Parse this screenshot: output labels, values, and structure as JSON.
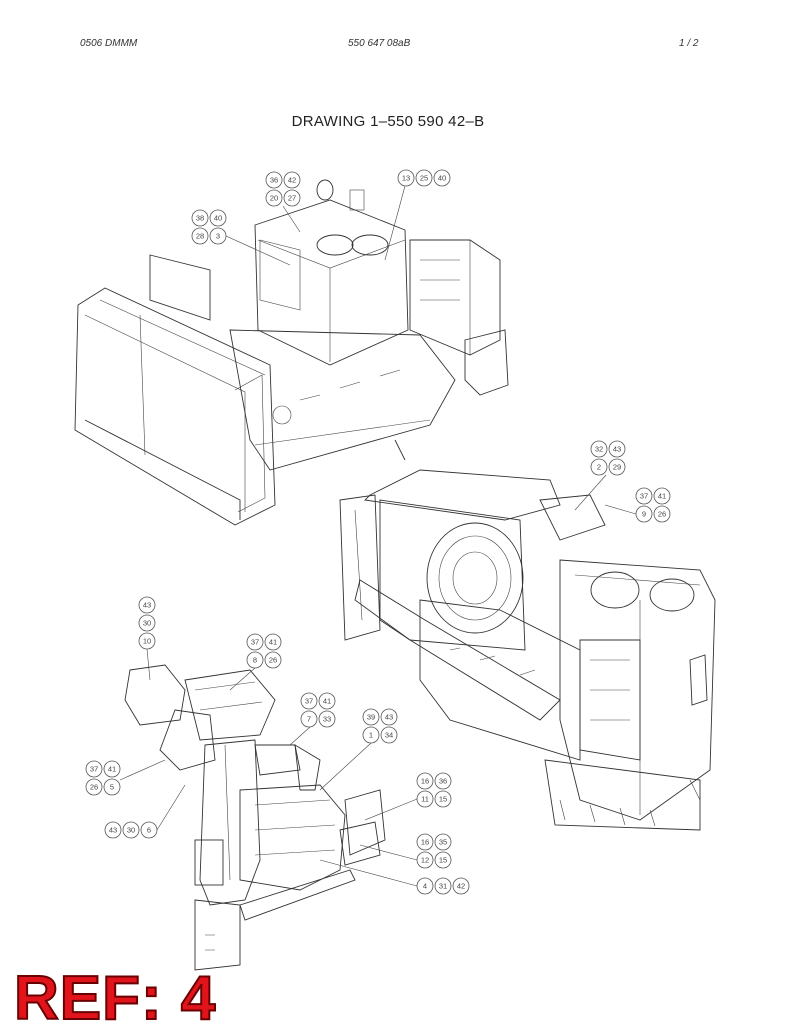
{
  "header": {
    "doc_code": "0506 DMMM",
    "part_number": "550 647 08aB",
    "page": "1 /  2"
  },
  "title": "DRAWING  1–550 590 42–B",
  "callouts": {
    "top_assembly": [
      [
        "36",
        "42"
      ],
      [
        "20",
        "27"
      ],
      [
        "38",
        "40"
      ],
      [
        "28",
        "3"
      ],
      [
        "13",
        "25",
        "40"
      ]
    ],
    "right_assembly": [
      [
        "32",
        "43"
      ],
      [
        "2",
        "29"
      ],
      [
        "37",
        "41"
      ],
      [
        "9",
        "26"
      ]
    ],
    "left_assembly": [
      [
        "43"
      ],
      [
        "30"
      ],
      [
        "10"
      ],
      [
        "37",
        "41"
      ],
      [
        "8",
        "26"
      ],
      [
        "37",
        "41"
      ],
      [
        "7",
        "33"
      ],
      [
        "39",
        "43"
      ],
      [
        "1",
        "34"
      ],
      [
        "37",
        "41"
      ],
      [
        "26",
        "5"
      ],
      [
        "43",
        "30",
        "6"
      ],
      [
        "16",
        "36"
      ],
      [
        "11",
        "15"
      ],
      [
        "16",
        "35"
      ],
      [
        "12",
        "15"
      ],
      [
        "4",
        "31",
        "42"
      ]
    ]
  },
  "ref_stamp": "REF: 4",
  "colors": {
    "ref_fill": "#e1141c",
    "ref_stroke": "#6b0000",
    "line": "#333333"
  }
}
